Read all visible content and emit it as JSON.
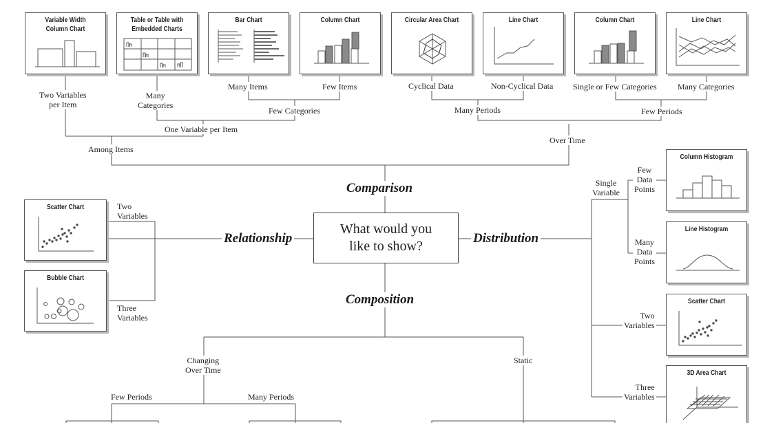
{
  "center": {
    "line1": "What would you",
    "line2": "like to show?"
  },
  "categories": {
    "comparison": "Comparison",
    "relationship": "Relationship",
    "distribution": "Distribution",
    "composition": "Composition"
  },
  "charts": {
    "variable_width_column": [
      "Variable Width",
      "Column Chart"
    ],
    "table_embedded": [
      "Table or Table with",
      "Embedded Charts"
    ],
    "bar_chart": "Bar Chart",
    "column_chart_few_items": "Column Chart",
    "circular_area": "Circular Area Chart",
    "line_chart_noncyclical": "Line Chart",
    "column_chart_time": "Column Chart",
    "line_chart_many": "Line Chart",
    "column_histogram": "Column Histogram",
    "line_histogram": "Line Histogram",
    "scatter_distribution": "Scatter Chart",
    "area_3d": "3D Area Chart",
    "scatter_relationship": "Scatter Chart",
    "bubble": "Bubble Chart"
  },
  "labels": {
    "two_vars_per_item": [
      "Two Variables",
      "per Item"
    ],
    "many_categories_left": [
      "Many",
      "Categories"
    ],
    "many_items": "Many Items",
    "few_items": "Few Items",
    "few_categories": "Few Categories",
    "one_var_per_item": "One Variable per Item",
    "among_items": "Among Items",
    "cyclical": "Cyclical Data",
    "non_cyclical": "Non-Cyclical Data",
    "single_few_categories": "Single or Few Categories",
    "many_categories_right": "Many Categories",
    "many_periods_top": "Many Periods",
    "few_periods_top": "Few Periods",
    "over_time": "Over Time",
    "single_variable": [
      "Single",
      "Variable"
    ],
    "few_data_points": [
      "Few",
      "Data",
      "Points"
    ],
    "many_data_points": [
      "Many",
      "Data",
      "Points"
    ],
    "two_variables_dist": [
      "Two",
      "Variables"
    ],
    "three_variables_dist": [
      "Three",
      "Variables"
    ],
    "two_variables_rel": [
      "Two",
      "Variables"
    ],
    "three_variables_rel": [
      "Three",
      "Variables"
    ],
    "changing_over_time": [
      "Changing",
      "Over Time"
    ],
    "static": "Static",
    "few_periods_bottom": "Few Periods",
    "many_periods_bottom": "Many Periods"
  },
  "colors": {
    "line": "#555555",
    "bar_dark": "#8a8a8a",
    "box_shadow": "#b8b8b8"
  }
}
